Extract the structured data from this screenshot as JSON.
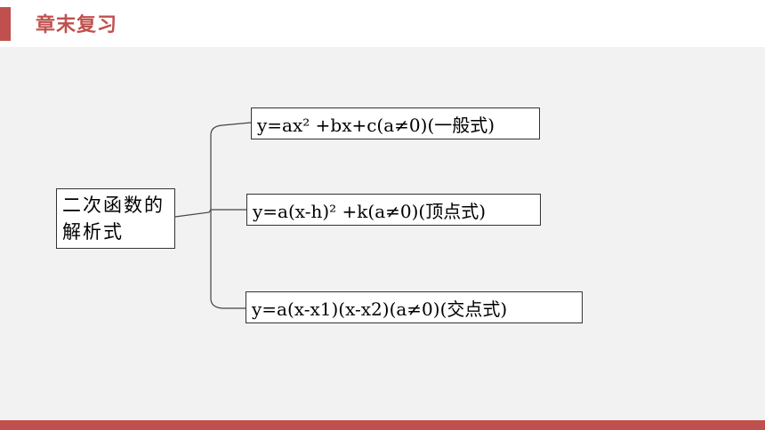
{
  "header": {
    "title": "章末复习"
  },
  "diagram": {
    "root_label": "二次函数的解析式",
    "forms": [
      {
        "text": "y=ax² +bx+c(a≠0)(一般式)"
      },
      {
        "text": "y=a(x-h)² +k(a≠0)(顶点式)"
      },
      {
        "text": "y=a(x-x1)(x-x2)(a≠0)(交点式)"
      }
    ]
  },
  "colors": {
    "accent": "#c0504d",
    "background": "#f2f2f2"
  }
}
